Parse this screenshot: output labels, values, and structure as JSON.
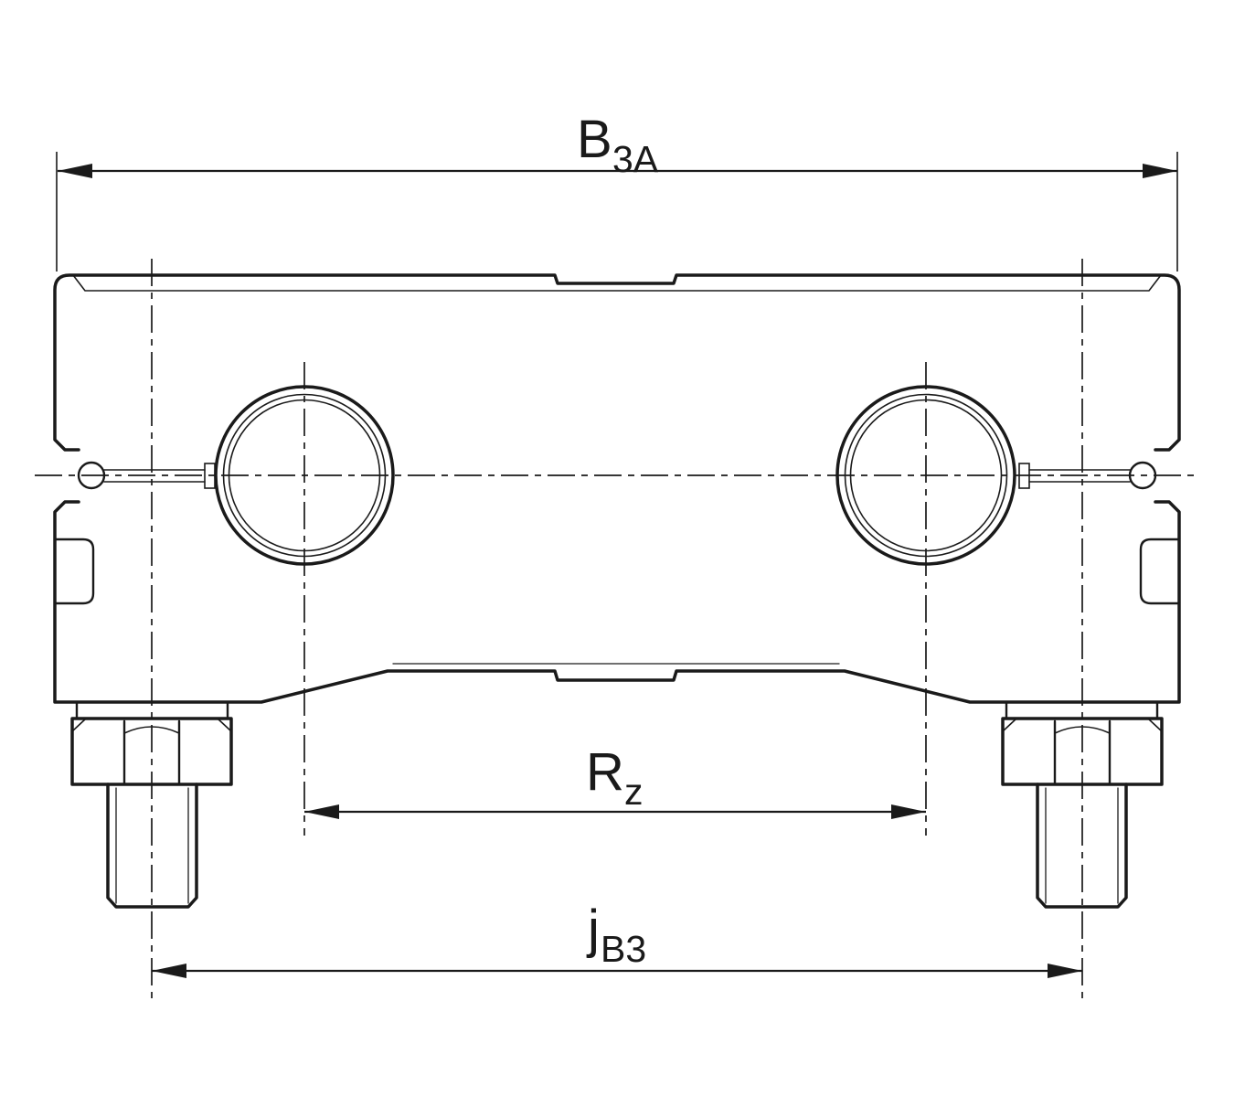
{
  "labels": {
    "width_dim": {
      "main": "B",
      "sub": "3A"
    },
    "hole_pitch_dim": {
      "main": "R",
      "sub": "z"
    },
    "stud_pitch_dim": {
      "main": "j",
      "sub": "B3"
    }
  },
  "colors": {
    "line": "#1a1a1a",
    "background": "#ffffff"
  }
}
